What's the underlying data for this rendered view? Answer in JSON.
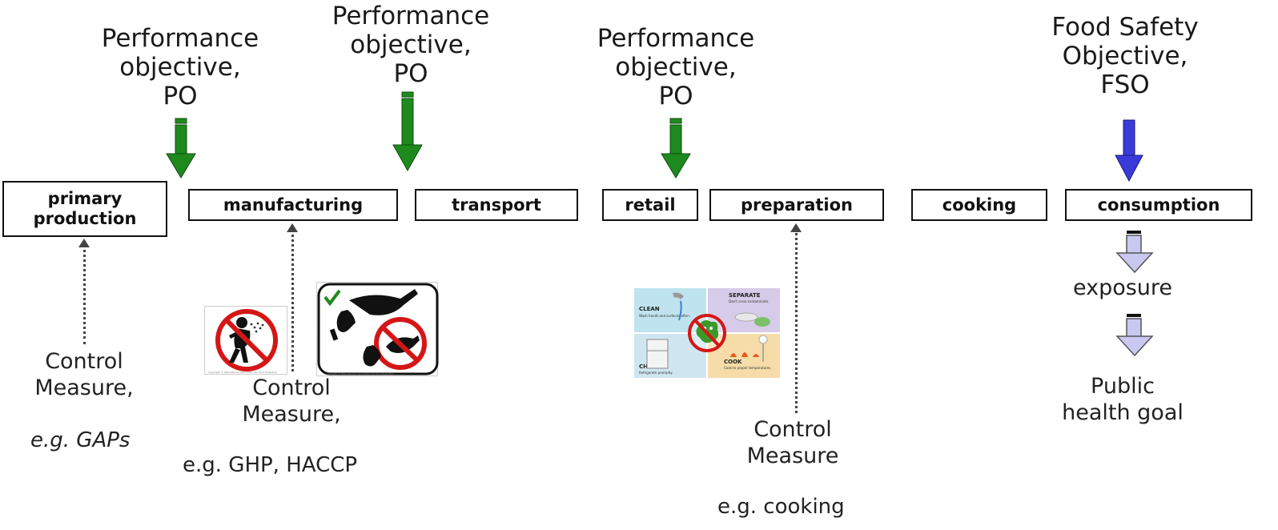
{
  "objectives": {
    "po1": "Performance\nobjective,\nPO",
    "po2": "Performance\nobjective,\nPO",
    "po3": "Performance\nobjective,\nPO",
    "fso": "Food Safety\nObjective,\nFSO"
  },
  "stages": {
    "primary_production": "primary\nproduction",
    "manufacturing": "manufacturing",
    "transport": "transport",
    "retail": "retail",
    "preparation": "preparation",
    "cooking": "cooking",
    "consumption": "consumption"
  },
  "control_measures": {
    "gaps": {
      "label": "Control\nMeasure,",
      "example": "e.g. GAPs"
    },
    "ghp": {
      "label": "Control\nMeasure,",
      "example": "e.g. GHP, HACCP"
    },
    "cooking": {
      "label": "Control\nMeasure",
      "example": "e.g. cooking"
    }
  },
  "outcomes": {
    "exposure": "exposure",
    "public_health_goal": "Public\nhealth goal"
  },
  "images": {
    "copyright": "Copyright © International Association for Food Protection",
    "fightbac": {
      "clean": "CLEAN",
      "clean_sub": "Wash hands and surfaces often.",
      "separate": "SEPARATE",
      "separate_sub": "Don't cross-contaminate.",
      "chill": "CHILL",
      "chill_sub": "Refrigerate promptly.",
      "cook": "COOK",
      "cook_sub": "Cook to proper temperatures."
    }
  },
  "colors": {
    "po_arrow": "#1e8a1e",
    "fso_arrow": "#3a3ad8",
    "outcome_arrow": "#c8c8f0"
  }
}
